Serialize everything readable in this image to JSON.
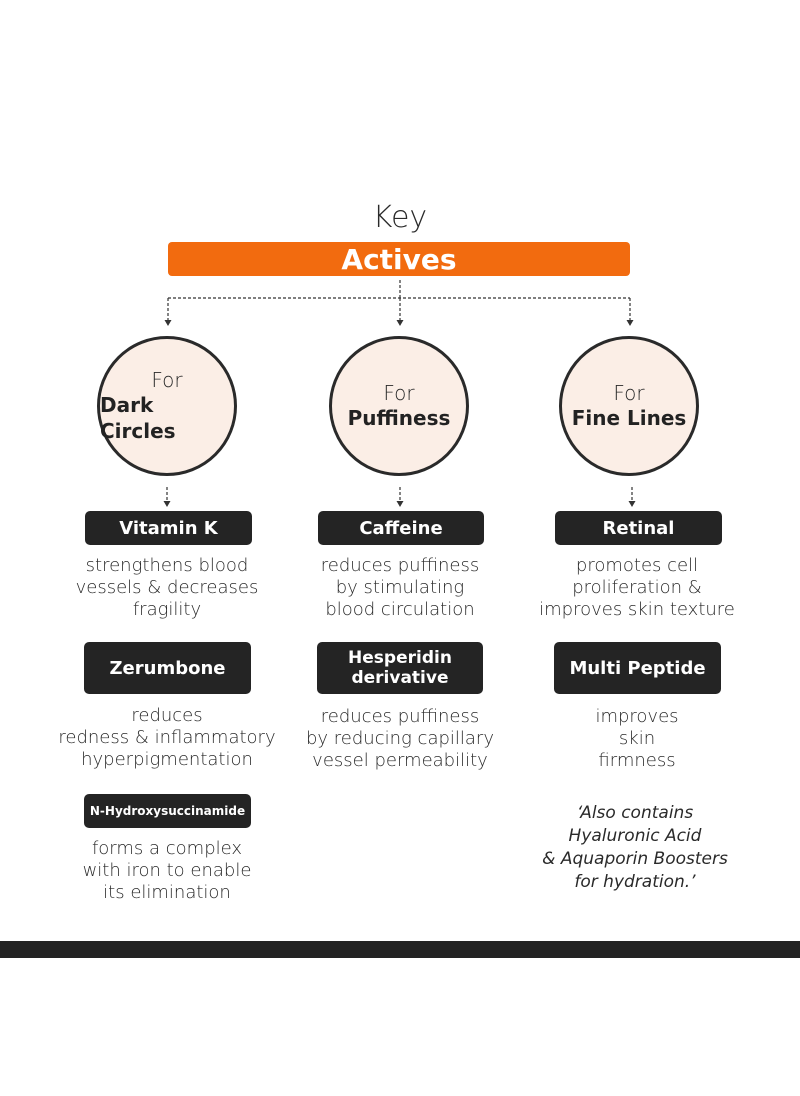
{
  "header": {
    "key_label": "Key",
    "actives_label": "Actives"
  },
  "colors": {
    "accent": "#f26b0f",
    "pill": "#242424",
    "circle_fill": "#fbeee6",
    "footer": "#232323"
  },
  "columns": [
    {
      "for_label": "For",
      "topic": "Dark Circles",
      "items": [
        {
          "name": "Vitamin K",
          "description": "strengthens blood\nvessels & decreases\nfragility"
        },
        {
          "name": "Zerumbone",
          "description": "reduces\nredness & inflammatory\nhyperpigmentation"
        },
        {
          "name": "N-Hydroxysuccinamide",
          "description": "forms a complex\nwith iron to enable\nits elimination"
        }
      ]
    },
    {
      "for_label": "For",
      "topic": "Puffiness",
      "items": [
        {
          "name": "Caffeine",
          "description": "reduces puffiness\nby stimulating\nblood circulation"
        },
        {
          "name": "Hesperidin\nderivative",
          "description": "reduces puffiness\nby reducing capillary\nvessel permeability"
        }
      ]
    },
    {
      "for_label": "For",
      "topic": "Fine Lines",
      "items": [
        {
          "name": "Retinal",
          "description": "promotes cell\nproliferation &\nimproves skin texture"
        },
        {
          "name": "Multi Peptide",
          "description": "improves\nskin\nfirmness"
        }
      ],
      "note": "‘Also contains\nHyaluronic Acid\n& Aquaporin Boosters\nfor hydration.’"
    }
  ]
}
